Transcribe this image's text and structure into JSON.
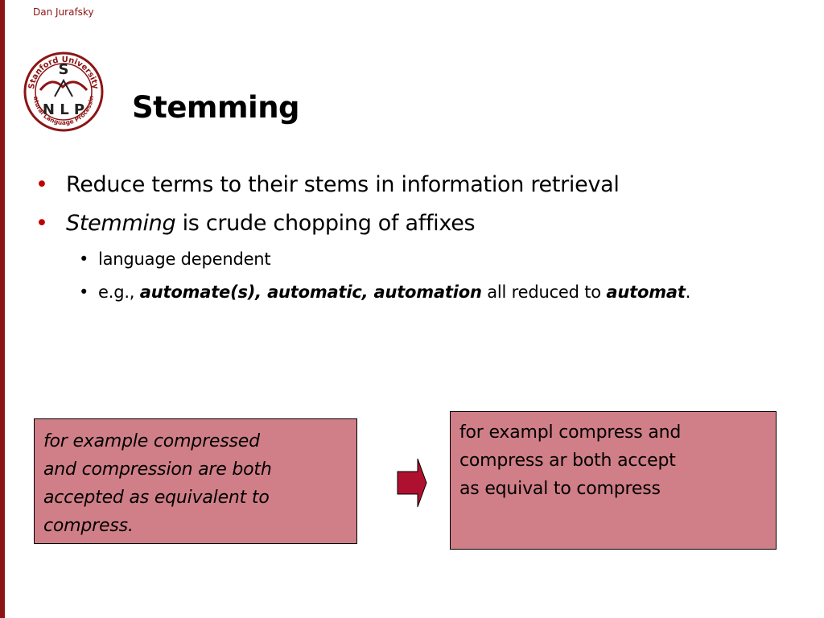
{
  "author": "Dan Jurafsky",
  "logo": {
    "top_text": "Stanford University",
    "bottom_text": "Natural Language Processing",
    "letter_s": "S",
    "letters_nlp": "N L P"
  },
  "title": "Stemming",
  "bullets": [
    {
      "parts": [
        {
          "text": "Reduce terms to their stems in information retrieval",
          "style": "normal"
        }
      ]
    },
    {
      "parts": [
        {
          "text": "Stemming",
          "style": "italic"
        },
        {
          "text": " is crude chopping of affixes",
          "style": "normal"
        }
      ],
      "sub": [
        {
          "parts": [
            {
              "text": "language dependent",
              "style": "normal"
            }
          ]
        },
        {
          "parts": [
            {
              "text": "e.g., ",
              "style": "normal"
            },
            {
              "text": "automate(s), automatic, automation",
              "style": "bold-italic"
            },
            {
              "text": " all reduced to ",
              "style": "normal"
            },
            {
              "text": "automat",
              "style": "bold-italic"
            },
            {
              "text": ".",
              "style": "normal"
            }
          ]
        }
      ]
    }
  ],
  "example_original": {
    "lines": [
      "for example compressed",
      "and compression are both",
      "accepted as equivalent to",
      "compress."
    ]
  },
  "example_stemmed": {
    "lines": [
      "for exampl compress and",
      "compress ar both accept",
      "as equival to compress"
    ]
  },
  "colors": {
    "accent": "#8c1515",
    "bullet": "#c00000",
    "box_fill": "#d07e87",
    "arrow_fill": "#b01030"
  },
  "icons": {
    "arrow": "right-arrow-icon",
    "logo": "stanford-nlp-logo"
  }
}
